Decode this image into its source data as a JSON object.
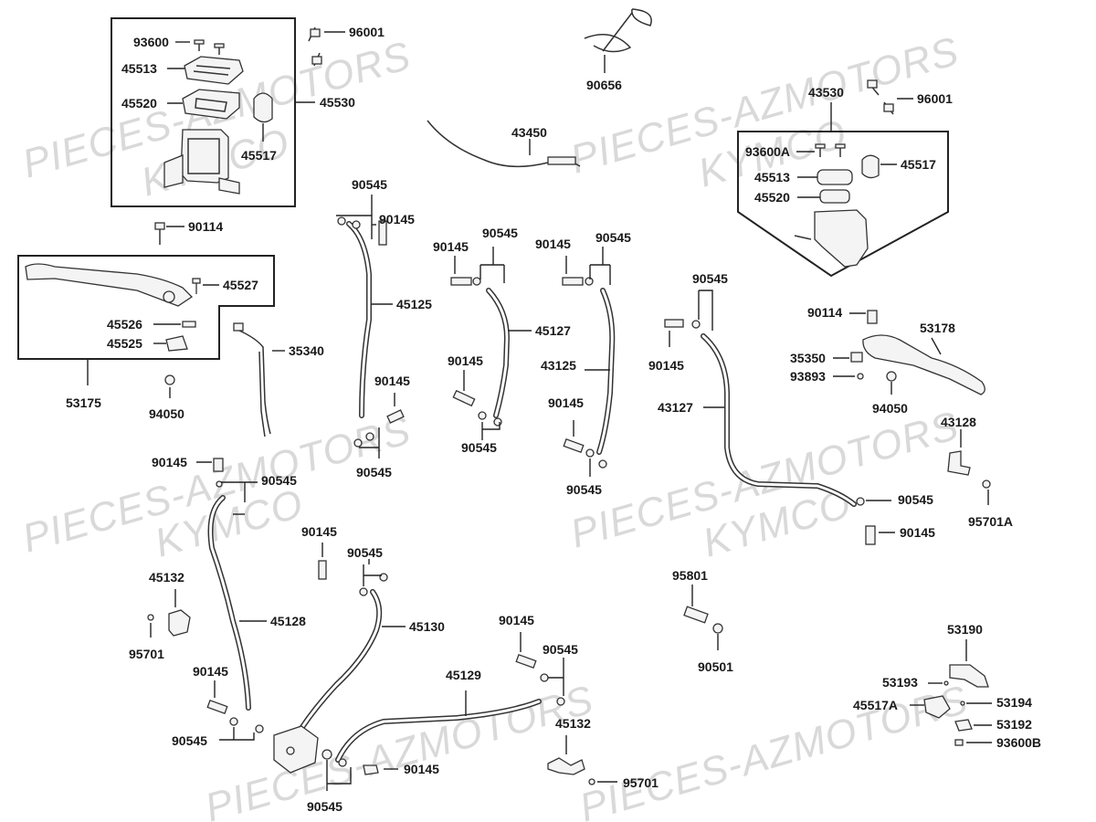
{
  "watermarks": {
    "brand": "PIECES-AZMOTORS",
    "maker": "KYMCO"
  },
  "parts": {
    "p93600": "93600",
    "p45513": "45513",
    "p45520": "45520",
    "p45517": "45517",
    "p45530": "45530",
    "p96001_a": "96001",
    "p90656": "90656",
    "p43450": "43450",
    "p43530": "43530",
    "p96001_b": "96001",
    "p93600A": "93600A",
    "p45513_b": "45513",
    "p45520_b": "45520",
    "p45517_b": "45517",
    "p90114_a": "90114",
    "p45527": "45527",
    "p45526": "45526",
    "p45525": "45525",
    "p53175": "53175",
    "p94050_a": "94050",
    "p35340": "35340",
    "p90545_1": "90545",
    "p90145_1": "90145",
    "p45125": "45125",
    "p90145_2": "90145",
    "p90545_2": "90545",
    "p90145_3": "90145",
    "p90545_3": "90545",
    "p45127": "45127",
    "p90145_4": "90145",
    "p90545_4": "90545",
    "p90145_5": "90145",
    "p90545_5": "90545",
    "p43125": "43125",
    "p90145_6": "90145",
    "p90545_6": "90545",
    "p90545_7": "90545",
    "p90145_7": "90145",
    "p43127": "43127",
    "p90545_8": "90545",
    "p90145_8": "90145",
    "p90114_b": "90114",
    "p53178": "53178",
    "p35350": "35350",
    "p93893": "93893",
    "p94050_b": "94050",
    "p43128": "43128",
    "p95701A": "95701A",
    "p90145_9": "90145",
    "p90545_9": "90545",
    "p45132_a": "45132",
    "p95701_a": "95701",
    "p45128": "45128",
    "p90145_10": "90145",
    "p90545_10": "90545",
    "p90145_11": "90145",
    "p90545_11": "90545",
    "p45130": "45130",
    "p90145_12": "90145",
    "p90545_12": "90545",
    "p45129": "45129",
    "p45132_b": "45132",
    "p95701_b": "95701",
    "p90145_13": "90145",
    "p90545_13": "90545",
    "p95801": "95801",
    "p90501": "90501",
    "p53190": "53190",
    "p53193": "53193",
    "p45517A": "45517A",
    "p53194": "53194",
    "p53192": "53192",
    "p93600B": "93600B"
  }
}
